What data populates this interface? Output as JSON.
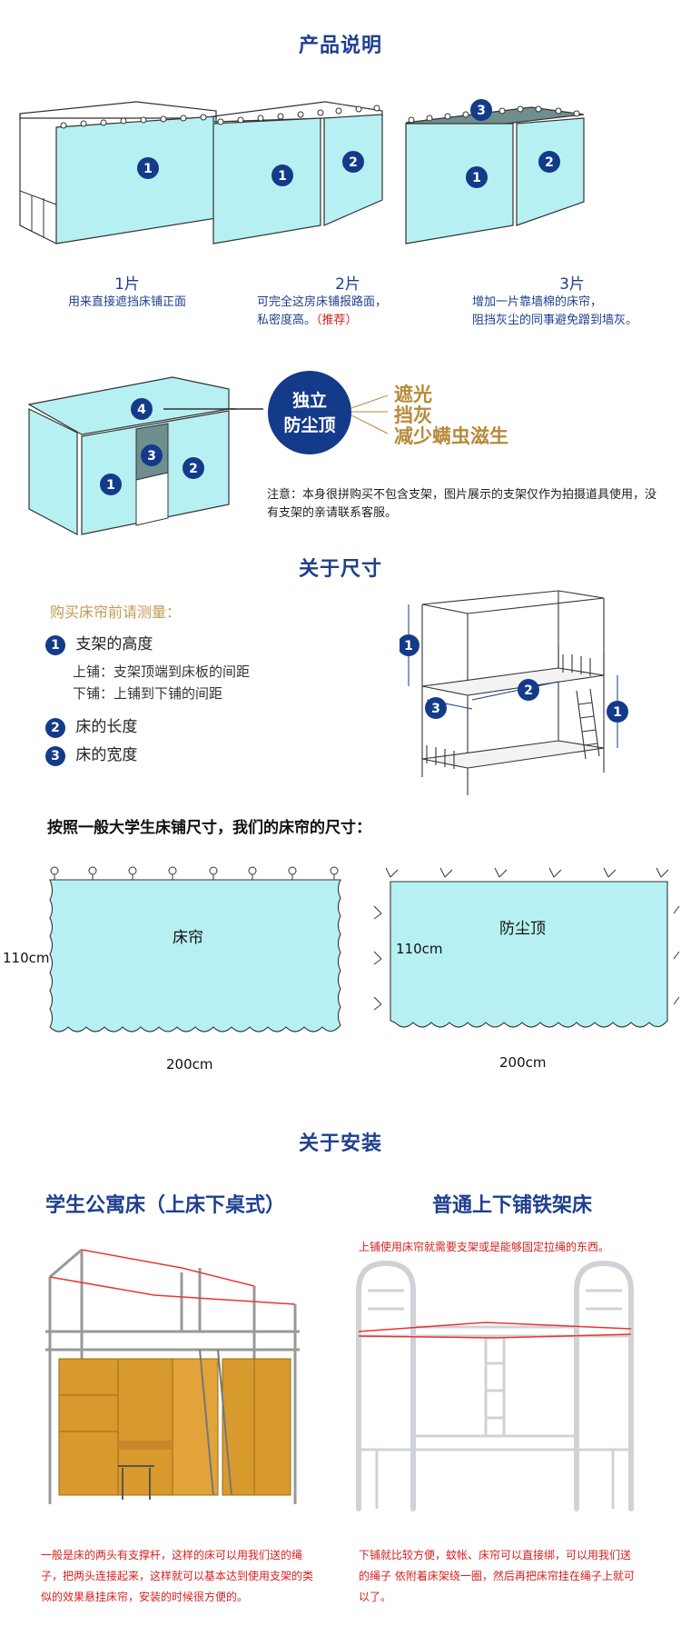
{
  "product": {
    "title": "产品说明",
    "items": [
      {
        "count": "1片",
        "desc_line1": "用来直接遮挡床铺正面",
        "desc_line2": ""
      },
      {
        "count": "2片",
        "desc_line1": "可完全这房床铺报路面，",
        "desc_line2": "私密度高。",
        "recommend": "（推荐）"
      },
      {
        "count": "3片",
        "desc_line1": "增加一片靠墙棉的床帘，",
        "desc_line2": "阻挡灰尘的同事避免蹭到墙灰。"
      }
    ],
    "badges": [
      "1",
      "2",
      "3",
      "4"
    ],
    "top_circle": {
      "line1": "独立",
      "line2": "防尘顶"
    },
    "features": [
      "遮光",
      "挡灰",
      "减少螨虫滋生"
    ],
    "note": "注意：本身很拼购买不包含支架，图片展示的支架仅作为拍摄道具使用，没有支架的亲请联系客服。"
  },
  "sizes": {
    "title": "关于尺寸",
    "lead": "购买床帘前请测量：",
    "items": [
      {
        "num": "1",
        "label": "支架的高度"
      },
      {
        "num": "2",
        "label": "床的长度"
      },
      {
        "num": "3",
        "label": "床的宽度"
      }
    ],
    "sub_upper": "上铺：支架顶端到床板的间距",
    "sub_lower": "下铺：上铺到下铺的间距",
    "general_line": "按照一般大学生床铺尺寸，我们的床帘的尺寸：",
    "curtain": {
      "name": "床帘",
      "height": "110cm",
      "width": "200cm"
    },
    "dust_top": {
      "name": "防尘顶",
      "height": "110cm",
      "width": "200cm"
    }
  },
  "install": {
    "title": "关于安装",
    "left_title": "学生公寓床（上床下桌式）",
    "right_title": "普通上下铺铁架床",
    "right_hint": "上铺使用床帘就需要支架或是能够固定拉绳的东西。",
    "left_text": "一般是床的两头有支撑杆，这样的床可以用我们送的绳子，把两头连接起来，这样就可以基本达到使用支架的类似的效果悬挂床帘，安装的时候很方便的。",
    "right_text": "下铺就比较方便，蚊帐、床帘可以直接绑，可以用我们送的绳子 依附着床架绕一圈，然后再把床帘挂在绳子上就可以了。"
  },
  "colors": {
    "accent": "#1f3f8f",
    "curtain": "#b7f0f2",
    "red": "#d62020",
    "gold": "#b78a3a"
  }
}
